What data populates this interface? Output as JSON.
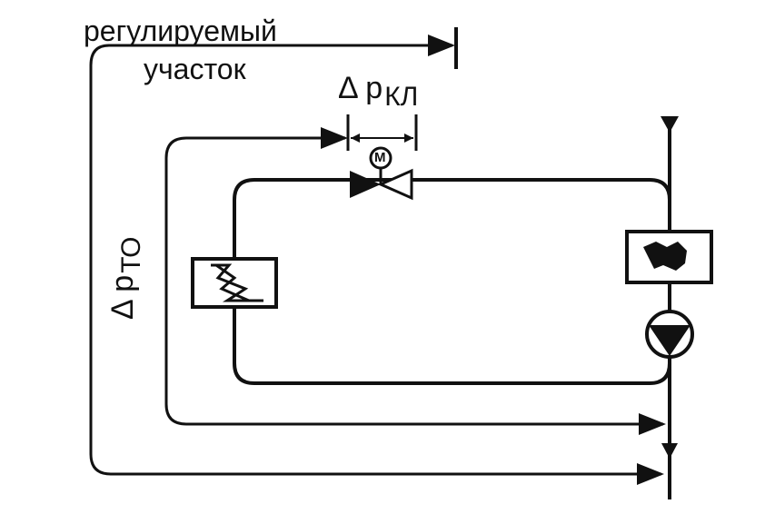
{
  "labels": {
    "regulated_section_line1": "регулируемый",
    "regulated_section_line2": "участок",
    "dp_valve_symbol": "Δ р",
    "dp_valve_subscript": "КЛ",
    "dp_heat_exchanger_symbol": "Δ р",
    "dp_heat_exchanger_subscript": "ТО",
    "motor_letter": "М"
  },
  "colors": {
    "ink": "#111111",
    "background": "#ffffff"
  },
  "icons": {
    "heat_exchanger": "heat-exchanger-icon",
    "control_valve": "control-valve-icon",
    "valve_actuator": "motor-actuator-icon",
    "flow_meter": "flow-sensor-icon",
    "pump": "circulation-pump-icon"
  }
}
